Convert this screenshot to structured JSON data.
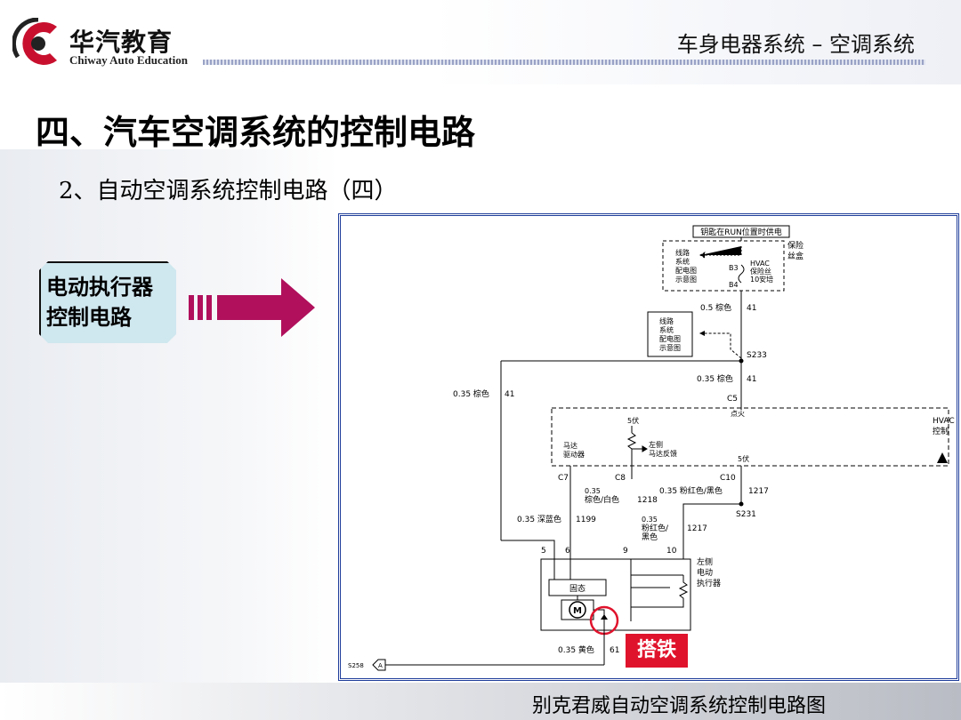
{
  "header": {
    "logo_cn": "华汽教育",
    "logo_en": "Chiway Auto Education",
    "breadcrumb": "车身电器系统 –  空调系统"
  },
  "slide": {
    "title": "四、汽车空调系统的控制电路",
    "subtitle": "2、自动空调系统控制电路（四）",
    "callout_label": "电动执行器控制电路",
    "ground_tag": "搭铁",
    "caption": "别克君威自动空调系统控制电路图"
  },
  "diagram": {
    "run_power": "钥匙在RUN位置时供电",
    "fuse_box": [
      "保险",
      "丝盒"
    ],
    "wiring_ref_1": [
      "线路",
      "系统",
      "配电图",
      "示意图"
    ],
    "fuse_b3": "B3",
    "fuse_b4": "B4",
    "fuse_name": [
      "HVAC",
      "保险丝",
      "10安培"
    ],
    "wire_top": "0.5  棕色",
    "wire_top_num": "41",
    "wiring_ref_2": [
      "线路",
      "系统",
      "配电图",
      "示意图"
    ],
    "splice_s233": "S233",
    "wire_mid": "0.35  棕色",
    "wire_mid_num": "41",
    "wire_left": "0.35  棕色",
    "wire_left_num": "41",
    "conn_c5": "C5",
    "ignition": "点火",
    "hvac_control": [
      "HVAC",
      "控制"
    ],
    "v5_top": "5伏",
    "motor_drive": [
      "马达",
      "驱动器"
    ],
    "left_feedback": [
      "左侧",
      "马达反馈"
    ],
    "v5_right": "5伏",
    "conn_c7": "C7",
    "conn_c8": "C8",
    "conn_c10": "C10",
    "wire_1218_a": "0.35",
    "wire_1218_b": "棕色/白色",
    "wire_1218_num": "1218",
    "wire_1217_top": "0.35  粉红色/黑色",
    "wire_1217_top_num": "1217",
    "splice_s231": "S231",
    "wire_1199": "0.35  深蓝色",
    "wire_1199_num": "1199",
    "wire_1217_a": "0.35",
    "wire_1217_b": "粉红色/",
    "wire_1217_c": "黑色",
    "wire_1217_num": "1217",
    "pin_5": "5",
    "pin_6": "6",
    "pin_9": "9",
    "pin_10": "10",
    "actuator": [
      "左侧",
      "电动",
      "执行器"
    ],
    "solid_state": "固态",
    "motor": "M",
    "wire_61": "0.35  黄色",
    "wire_61_num": "61",
    "splice_s258": "S258",
    "conn_a": "A"
  },
  "colors": {
    "ground_tag": "#e0132c",
    "diagram_border": "#1f3d9a",
    "callout_fill": "#cfe7ef",
    "arrow": "#b0105c"
  }
}
